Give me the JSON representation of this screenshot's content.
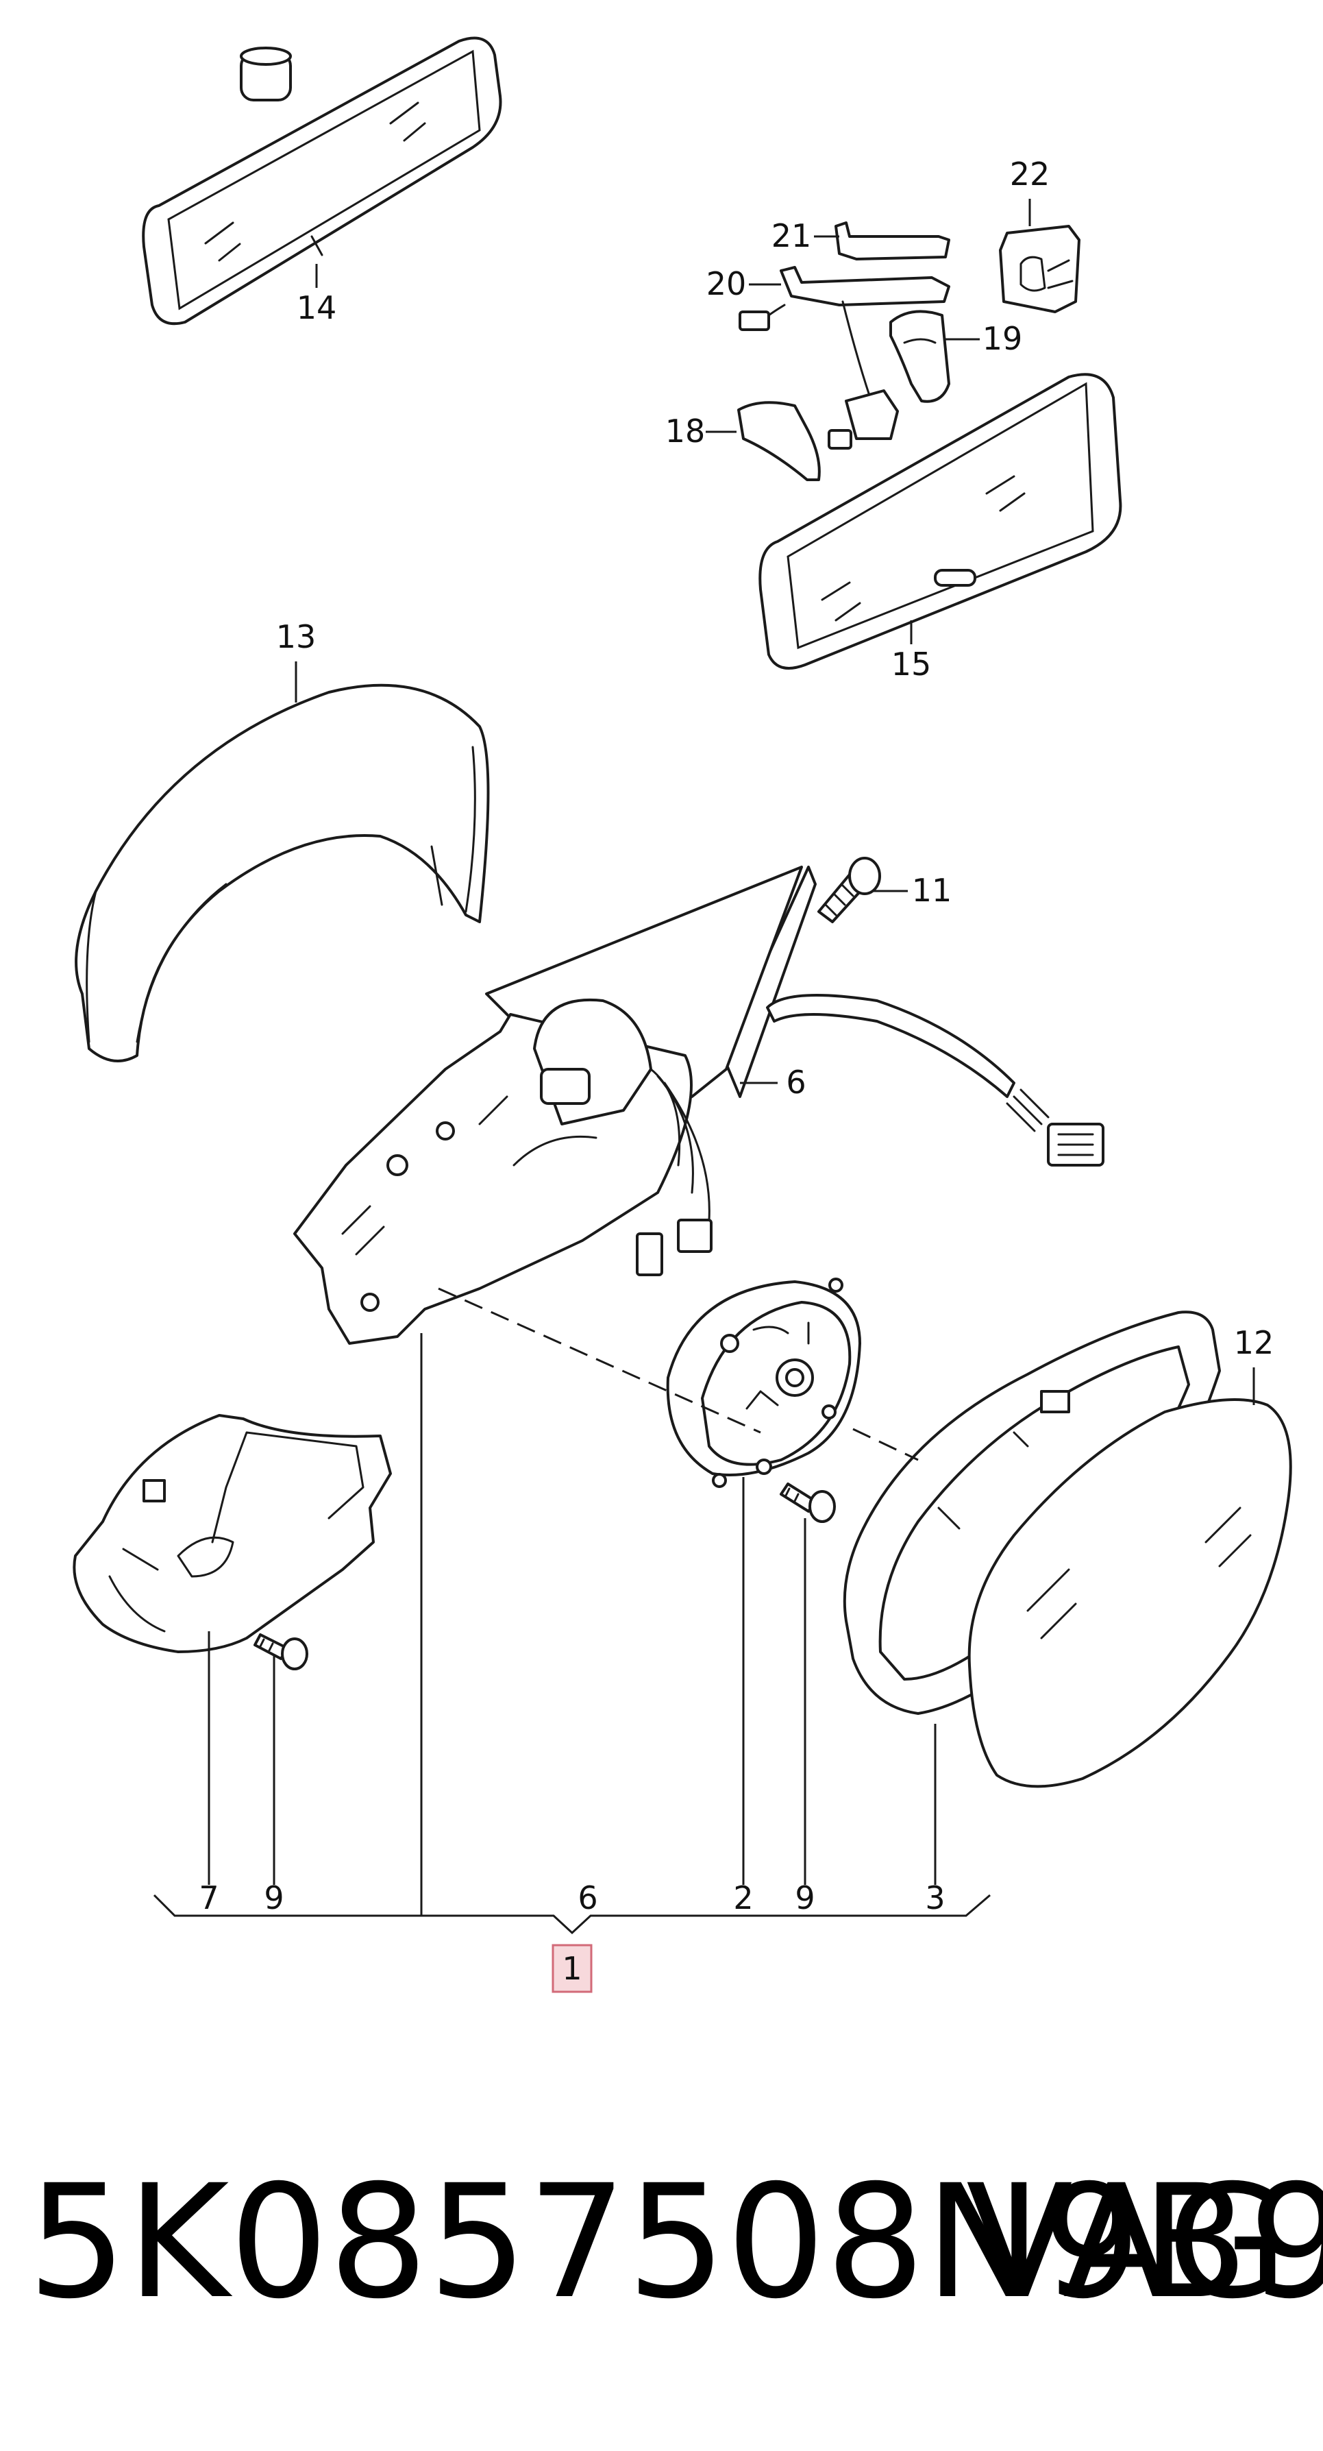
{
  "callouts": {
    "c14": "14",
    "c22": "22",
    "c21": "21",
    "c20": "20",
    "c19": "19",
    "c18": "18",
    "c15": "15",
    "c13": "13",
    "c11": "11",
    "c6_side": "6",
    "c12": "12",
    "c7": "7",
    "c9_left": "9",
    "c6_bottom": "6",
    "c2": "2",
    "c9_right": "9",
    "c3": "3",
    "c1": "1"
  },
  "part_number": "5K0857508N9B9",
  "brand": "VAG"
}
